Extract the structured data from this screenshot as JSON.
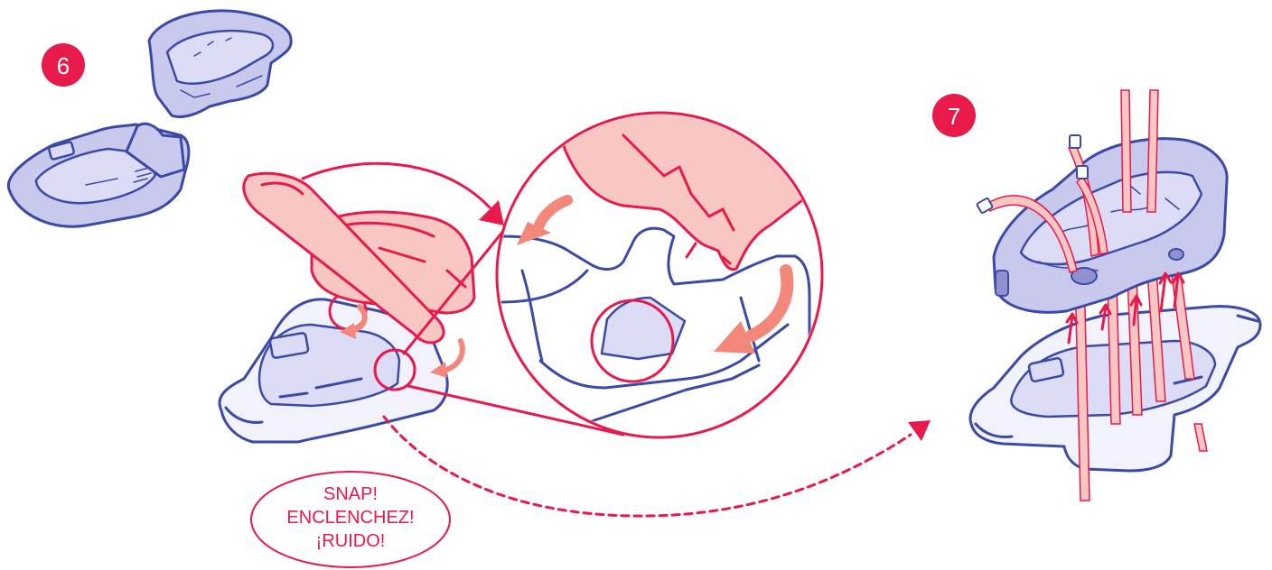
{
  "steps": [
    {
      "number": "6"
    },
    {
      "number": "7"
    }
  ],
  "callout": {
    "line1": "SNAP!",
    "line2": "ENCLENCHEZ!",
    "line3": "¡RUIDO!"
  },
  "colors": {
    "accent": "#e8194b",
    "outline": "#3b4aa6",
    "part_fill": "#c9c9ee",
    "seat_fill": "#f9c7c3",
    "motion_arrow": "#f2877a"
  }
}
